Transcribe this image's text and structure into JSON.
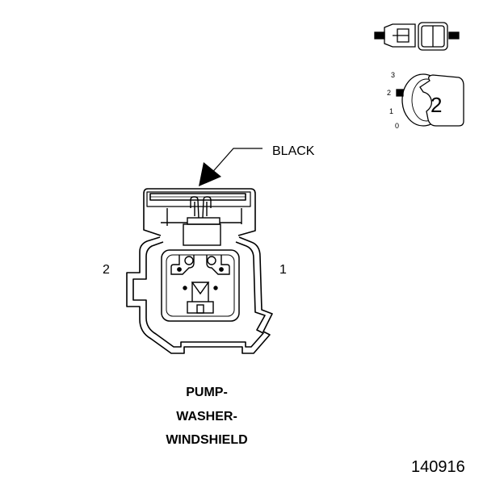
{
  "callout": {
    "color_label": "BLACK"
  },
  "pins": {
    "left": "2",
    "right": "1"
  },
  "component_name": {
    "line1": "PUMP-",
    "line2": "WASHER-",
    "line3": "WINDSHIELD"
  },
  "figure_id": "140916",
  "inset": {
    "positions": [
      "3",
      "2",
      "1",
      "0"
    ],
    "key_number": "2"
  },
  "colors": {
    "line": "#000000",
    "background": "#ffffff"
  }
}
